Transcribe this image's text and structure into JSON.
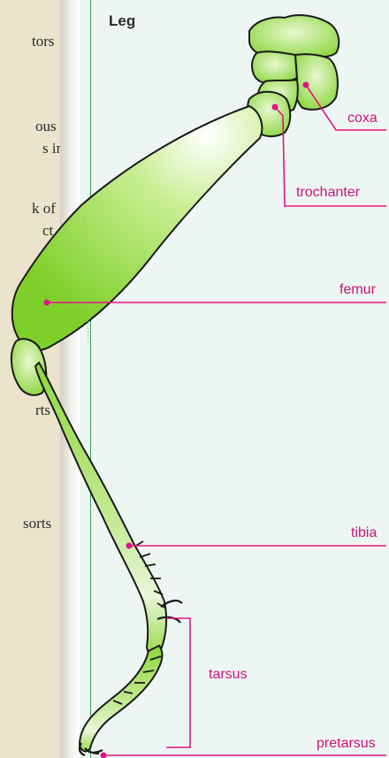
{
  "left_text_fragments": [
    "tors",
    "ous",
    "s in",
    "k of",
    "ct",
    "rts",
    "sorts"
  ],
  "diagram": {
    "heading": "Leg",
    "labels": {
      "coxa": "coxa",
      "trochanter": "trochanter",
      "femur": "femur",
      "tibia": "tibia",
      "tarsus": "tarsus",
      "pretarsus": "pretarsus"
    }
  },
  "colors": {
    "label": "#c8127a",
    "leg_light": "#e6f7c6",
    "leg_dark": "#7fcf2a",
    "leader": "#e0157f"
  }
}
